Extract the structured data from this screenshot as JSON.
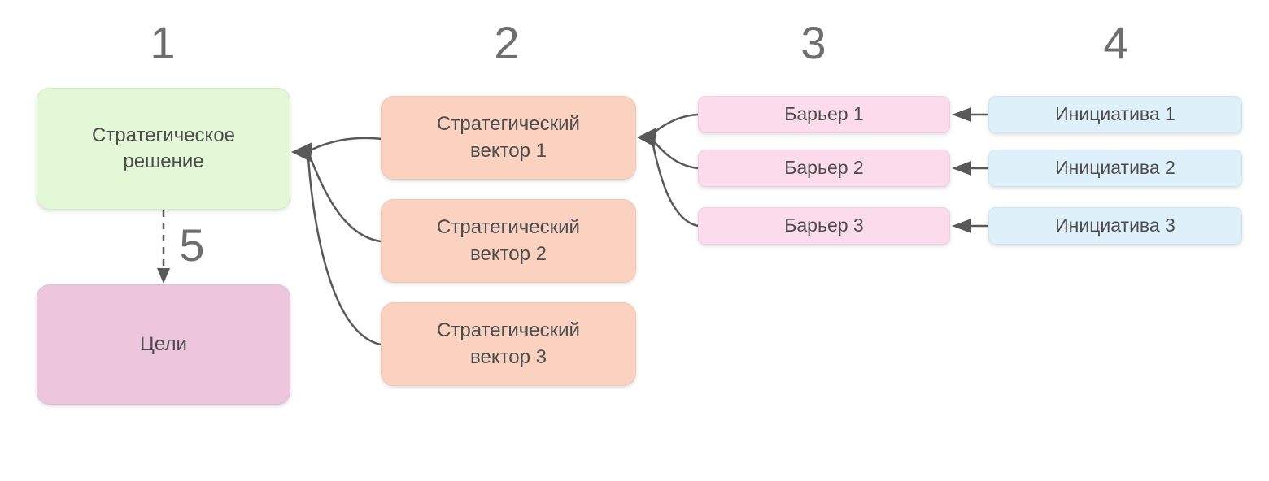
{
  "diagram": {
    "background": "#ffffff",
    "colors": {
      "connector": "#595959",
      "node_text": "#4d4d4d",
      "number_text": "#6e6e6e",
      "decision_fill": "#e3f8d6",
      "goals_fill": "#edc6de",
      "vector_fill": "#fbd2c0",
      "barrier_fill": "#fcdcec",
      "initiative_fill": "#def0f9"
    },
    "step_numbers": [
      {
        "label": "1"
      },
      {
        "label": "2"
      },
      {
        "label": "3"
      },
      {
        "label": "4"
      },
      {
        "label": "5"
      }
    ],
    "nodes": {
      "decision": {
        "label": "Стратегическое решение",
        "fill": "#e3f8d6"
      },
      "goals": {
        "label": "Цели",
        "fill": "#edc6de"
      },
      "vectors": [
        {
          "label": "Стратегический вектор 1",
          "fill": "#fbd2c0"
        },
        {
          "label": "Стратегический вектор 2",
          "fill": "#fbd2c0"
        },
        {
          "label": "Стратегический вектор 3",
          "fill": "#fbd2c0"
        }
      ],
      "barriers": [
        {
          "label": "Барьер 1",
          "fill": "#fcdcec"
        },
        {
          "label": "Барьер 2",
          "fill": "#fcdcec"
        },
        {
          "label": "Барьер 3",
          "fill": "#fcdcec"
        }
      ],
      "initiatives": [
        {
          "label": "Инициатива 1",
          "fill": "#def0f9"
        },
        {
          "label": "Инициатива 2",
          "fill": "#def0f9"
        },
        {
          "label": "Инициатива 3",
          "fill": "#def0f9"
        }
      ]
    },
    "connections": [
      {
        "from": "Стратегический вектор 1",
        "to": "Стратегическое решение",
        "style": "curved-arrow"
      },
      {
        "from": "Стратегический вектор 2",
        "to": "Стратегическое решение",
        "style": "curved-arrow"
      },
      {
        "from": "Стратегический вектор 3",
        "to": "Стратегическое решение",
        "style": "curved-arrow"
      },
      {
        "from": "Барьер 1",
        "to": "Стратегический вектор 1",
        "style": "curved-arrow"
      },
      {
        "from": "Барьер 2",
        "to": "Стратегический вектор 1",
        "style": "curved-arrow"
      },
      {
        "from": "Барьер 3",
        "to": "Стратегический вектор 1",
        "style": "curved-arrow"
      },
      {
        "from": "Инициатива 1",
        "to": "Барьер 1",
        "style": "straight-arrow"
      },
      {
        "from": "Инициатива 2",
        "to": "Барьер 2",
        "style": "straight-arrow"
      },
      {
        "from": "Инициатива 3",
        "to": "Барьер 3",
        "style": "straight-arrow"
      },
      {
        "from": "Стратегическое решение",
        "to": "Цели",
        "style": "dashed-arrow",
        "step": "5"
      }
    ]
  }
}
